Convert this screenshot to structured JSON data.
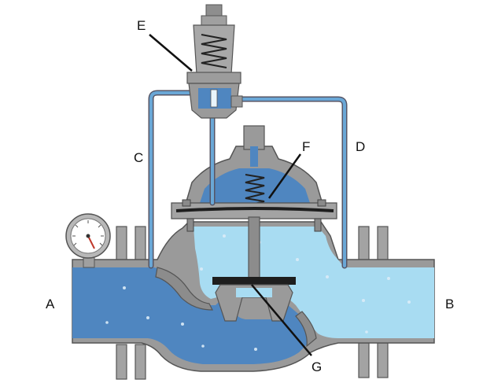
{
  "labels": {
    "A": "A",
    "B": "B",
    "C": "C",
    "D": "D",
    "E": "E",
    "F": "F",
    "G": "G"
  },
  "colors": {
    "inlet_water": "#4f86c0",
    "outlet_water": "#a8dcf2",
    "metal": "#9a9a9a",
    "metal_dark": "#6f6f6f",
    "tube": "#6aa7d6",
    "diaphragm": "#1e1e1e",
    "leader": "#111111"
  }
}
